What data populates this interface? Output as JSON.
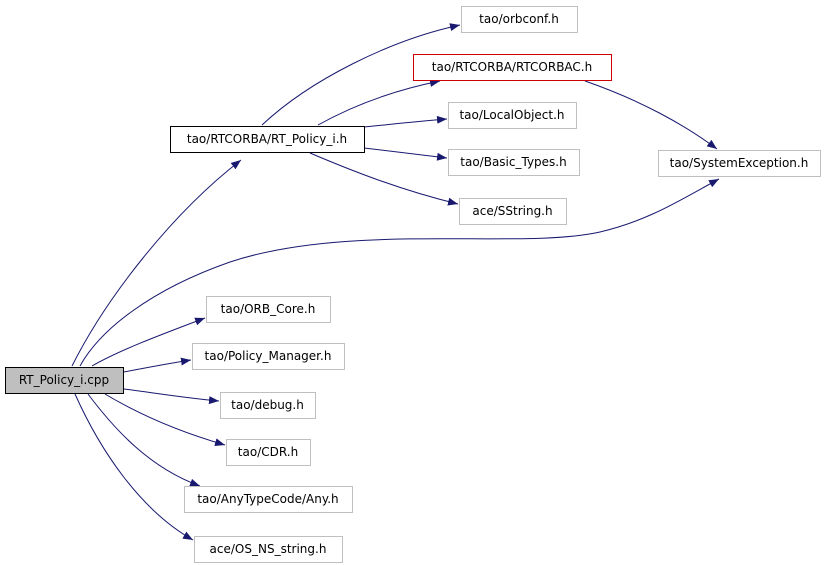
{
  "colors": {
    "edge": "#191970",
    "node_border_default": "#bfbfbf",
    "node_border_highlight": "#000000",
    "node_border_red": "#cc0000",
    "root_fill": "#bfbfbf",
    "node_fill": "#ffffff"
  },
  "nodes": [
    {
      "id": "rt_policy_cpp",
      "label": "RT_Policy_i.cpp",
      "style": "root"
    },
    {
      "id": "rt_policy_h",
      "label": "tao/RTCORBA/RT_Policy_i.h",
      "style": "highlight"
    },
    {
      "id": "orbconf_h",
      "label": "tao/orbconf.h",
      "style": "default"
    },
    {
      "id": "rtcorbac_h",
      "label": "tao/RTCORBA/RTCORBAC.h",
      "style": "red"
    },
    {
      "id": "localobject_h",
      "label": "tao/LocalObject.h",
      "style": "default"
    },
    {
      "id": "basic_types_h",
      "label": "tao/Basic_Types.h",
      "style": "default"
    },
    {
      "id": "sstring_h",
      "label": "ace/SString.h",
      "style": "default"
    },
    {
      "id": "systemexception_h",
      "label": "tao/SystemException.h",
      "style": "default"
    },
    {
      "id": "orb_core_h",
      "label": "tao/ORB_Core.h",
      "style": "default"
    },
    {
      "id": "policy_manager_h",
      "label": "tao/Policy_Manager.h",
      "style": "default"
    },
    {
      "id": "debug_h",
      "label": "tao/debug.h",
      "style": "default"
    },
    {
      "id": "cdr_h",
      "label": "tao/CDR.h",
      "style": "default"
    },
    {
      "id": "any_h",
      "label": "tao/AnyTypeCode/Any.h",
      "style": "default"
    },
    {
      "id": "os_ns_string_h",
      "label": "ace/OS_NS_string.h",
      "style": "default"
    }
  ],
  "edges": [
    {
      "from": "rt_policy_cpp",
      "to": "rt_policy_h"
    },
    {
      "from": "rt_policy_cpp",
      "to": "systemexception_h"
    },
    {
      "from": "rt_policy_cpp",
      "to": "orb_core_h"
    },
    {
      "from": "rt_policy_cpp",
      "to": "policy_manager_h"
    },
    {
      "from": "rt_policy_cpp",
      "to": "debug_h"
    },
    {
      "from": "rt_policy_cpp",
      "to": "cdr_h"
    },
    {
      "from": "rt_policy_cpp",
      "to": "any_h"
    },
    {
      "from": "rt_policy_cpp",
      "to": "os_ns_string_h"
    },
    {
      "from": "rt_policy_h",
      "to": "orbconf_h"
    },
    {
      "from": "rt_policy_h",
      "to": "rtcorbac_h"
    },
    {
      "from": "rt_policy_h",
      "to": "localobject_h"
    },
    {
      "from": "rt_policy_h",
      "to": "basic_types_h"
    },
    {
      "from": "rt_policy_h",
      "to": "sstring_h"
    },
    {
      "from": "rtcorbac_h",
      "to": "systemexception_h"
    }
  ]
}
